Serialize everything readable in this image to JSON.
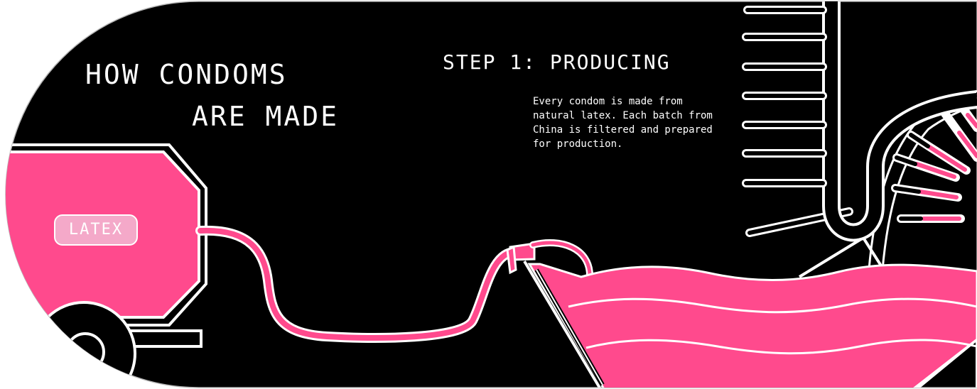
{
  "title": {
    "line1": "HOW CONDOMS",
    "line2": "ARE MADE"
  },
  "step": {
    "heading": "STEP 1: PRODUCING",
    "description_lines": [
      "Every condom is made from",
      "natural latex. Each batch from",
      "China is filtered and prepared",
      "for production."
    ]
  },
  "tank": {
    "label": "LATEX"
  },
  "colors": {
    "background": "#000000",
    "accent_pink": "#ff4a8d",
    "label_pink": "#f4a9c9",
    "outline": "#ffffff"
  },
  "icons": [
    "latex-tank-icon",
    "cart-wheel-icon",
    "hose-icon",
    "nozzle-icon",
    "latex-vat-icon",
    "condom-mold-rack-icon",
    "mold-wheel-icon"
  ]
}
